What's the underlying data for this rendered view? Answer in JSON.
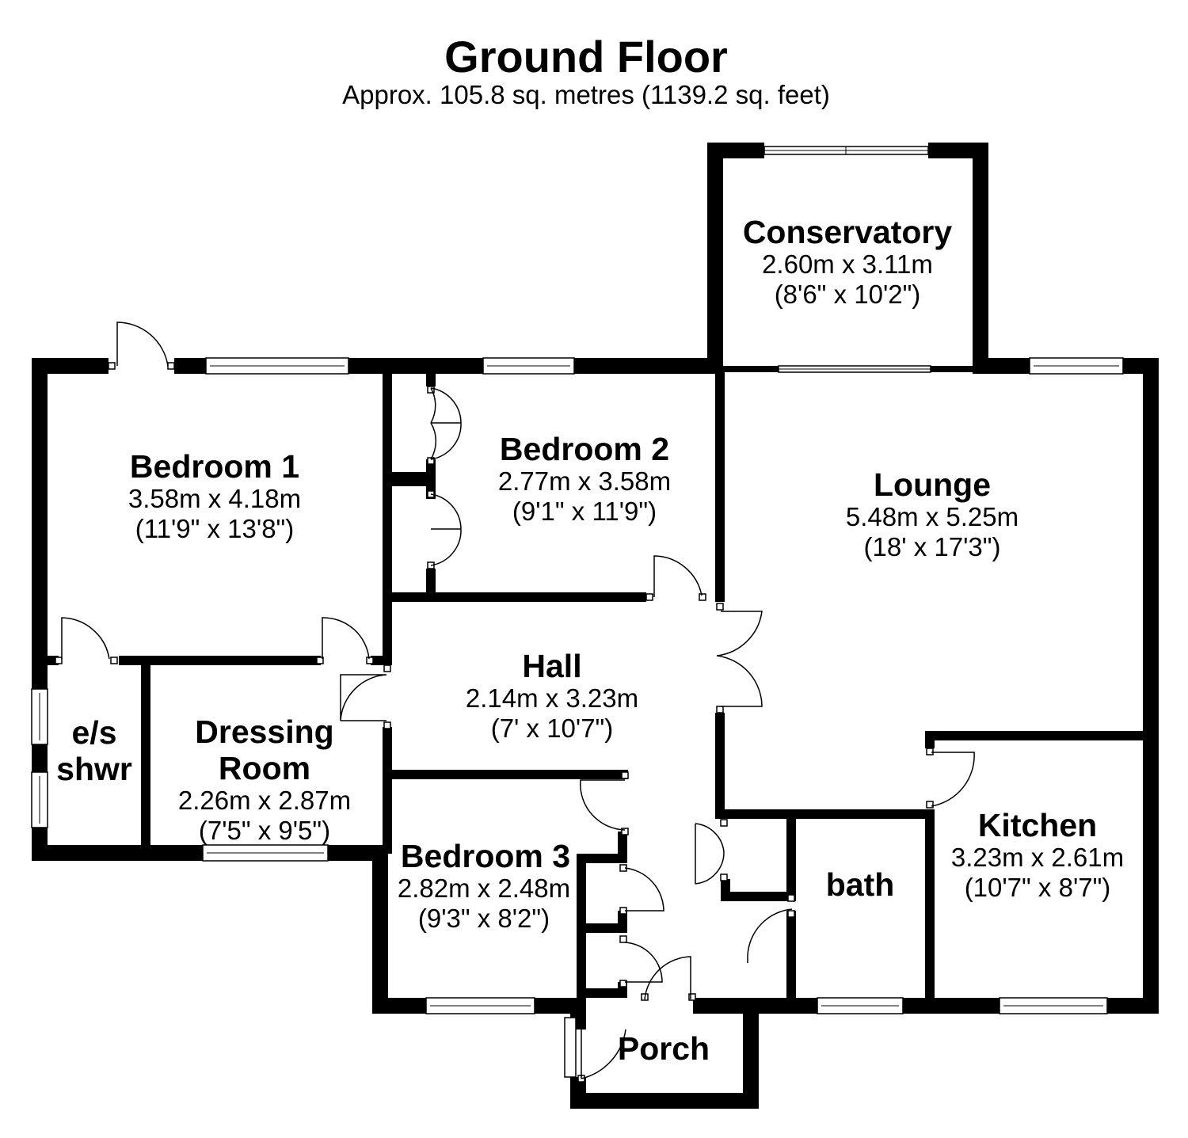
{
  "plan": {
    "title": "Ground Floor",
    "area": "Approx. 105.8 sq. metres (1139.2 sq. feet)"
  },
  "rooms": {
    "conservatory": {
      "name": "Conservatory",
      "metric": "2.60m x 3.11m",
      "imperial": "(8'6\" x 10'2\")"
    },
    "bedroom1": {
      "name": "Bedroom 1",
      "metric": "3.58m x 4.18m",
      "imperial": "(11'9\" x 13'8\")"
    },
    "bedroom2": {
      "name": "Bedroom 2",
      "metric": "2.77m x 3.58m",
      "imperial": "(9'1\" x 11'9\")"
    },
    "lounge": {
      "name": "Lounge",
      "metric": "5.48m x 5.25m",
      "imperial": "(18' x 17'3\")"
    },
    "hall": {
      "name": "Hall",
      "metric": "2.14m x 3.23m",
      "imperial": "(7' x 10'7\")"
    },
    "ensuite": {
      "name_line1": "e/s",
      "name_line2": "shwr"
    },
    "dressing": {
      "name_line1": "Dressing",
      "name_line2": "Room",
      "metric": "2.26m x 2.87m",
      "imperial": "(7'5\" x 9'5\")"
    },
    "bedroom3": {
      "name": "Bedroom 3",
      "metric": "2.82m x 2.48m",
      "imperial": "(9'3\" x 8'2\")"
    },
    "bath": {
      "name": "bath"
    },
    "kitchen": {
      "name": "Kitchen",
      "metric": "3.23m x 2.61m",
      "imperial": "(10'7\" x 8'7\")"
    },
    "porch": {
      "name": "Porch"
    }
  }
}
